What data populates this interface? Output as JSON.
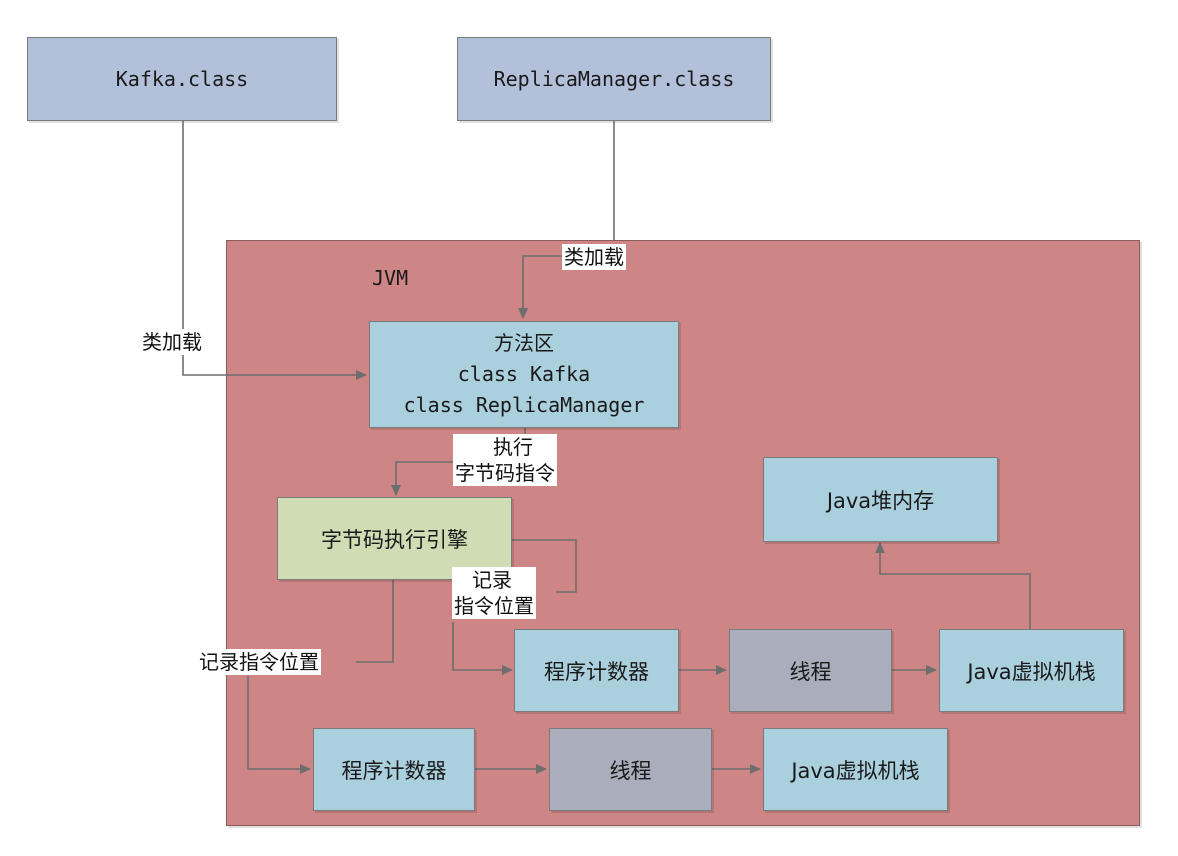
{
  "top_boxes": {
    "kafka_class": "Kafka.class",
    "replica_manager_class": "ReplicaManager.class"
  },
  "jvm": {
    "label": "JVM",
    "method_area": {
      "title": "方法区",
      "line1": "class Kafka",
      "line2": "class ReplicaManager"
    },
    "bytecode_engine": "字节码执行引擎",
    "java_heap": "Java堆内存",
    "row1": {
      "program_counter": "程序计数器",
      "thread": "线程",
      "java_vm_stack": "Java虚拟机栈"
    },
    "row2": {
      "program_counter": "程序计数器",
      "thread": "线程",
      "java_vm_stack": "Java虚拟机栈"
    }
  },
  "edge_labels": {
    "class_loading_left": "类加载",
    "class_loading_top": "类加载",
    "execute_line1": "执行",
    "execute_line2": "字节码指令",
    "record_line1": "记录",
    "record_line2": "指令位置",
    "record_left": "记录指令位置"
  },
  "colors": {
    "class_box": "#b2c0da",
    "jvm_background": "#cd8685",
    "light_blue": "#aacfdd",
    "engine_green": "#cfdcb4",
    "thread_gray": "#a9adbc"
  }
}
